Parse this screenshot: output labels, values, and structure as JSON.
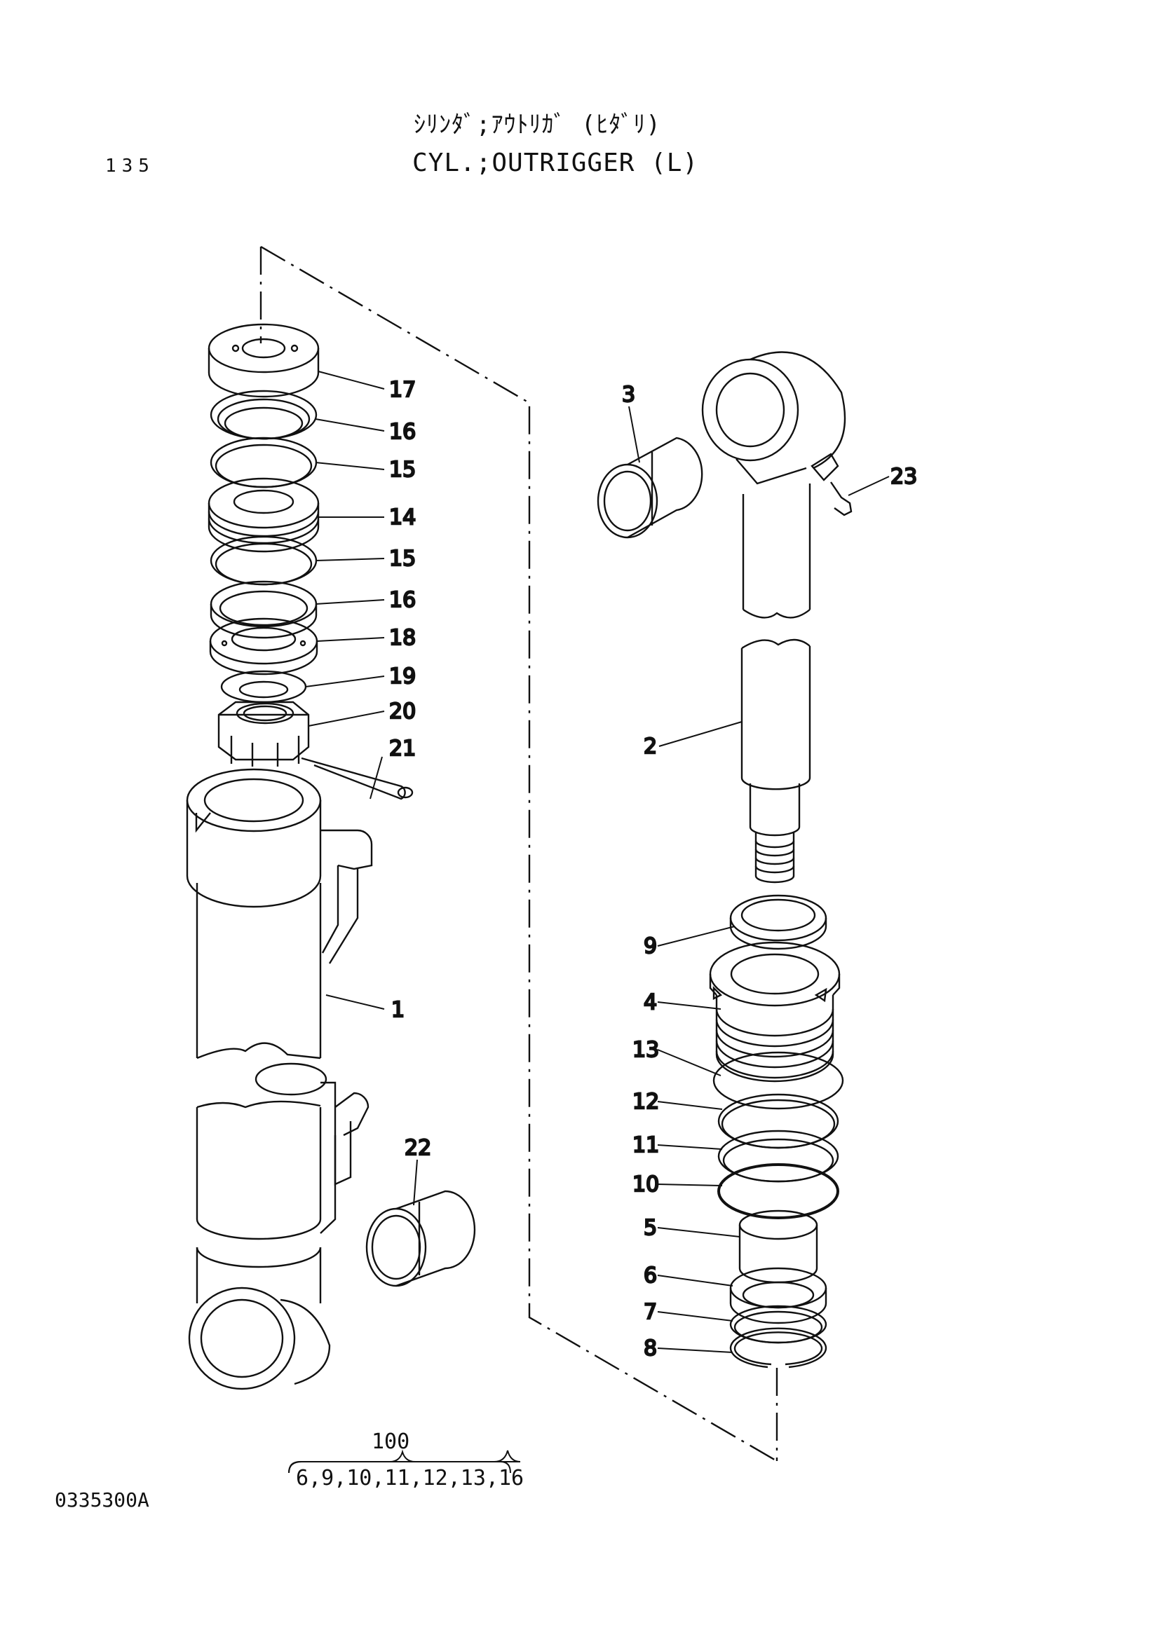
{
  "header": {
    "title_jp": "ｼﾘﾝﾀﾞ;ｱｳﾄﾘｶﾞ (ﾋﾀﾞﾘ)",
    "title_en": "CYL.;OUTRIGGER (L)",
    "page_number": "135"
  },
  "callouts": [
    "17",
    "16",
    "15",
    "14",
    "15",
    "16",
    "18",
    "19",
    "20",
    "21",
    "1",
    "22",
    "3",
    "23",
    "2",
    "9",
    "4",
    "13",
    "12",
    "11",
    "10",
    "5",
    "6",
    "7",
    "8"
  ],
  "assembly": {
    "number": "100",
    "members": "6,9,10,11,12,13,16"
  },
  "footer": {
    "drawing_code": "0335300A"
  }
}
